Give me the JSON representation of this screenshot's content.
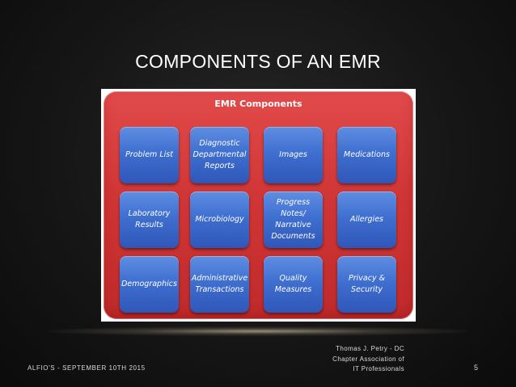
{
  "slide": {
    "title": "COMPONENTS OF AN EMR"
  },
  "diagram": {
    "panel_title": "EMR Components",
    "panel_color": "#d63a3a",
    "tile_color": "#3f6fd0",
    "rows": [
      [
        "Problem List",
        "Diagnostic\nDepartmental\nReports",
        "Images",
        "Medications"
      ],
      [
        "Laboratory\nResults",
        "Microbiology",
        "Progress\nNotes/\nNarrative\nDocuments",
        "Allergies"
      ],
      [
        "Demographics",
        "Administrative\nTransactions",
        "Quality\nMeasures",
        "Privacy &\nSecurity"
      ]
    ]
  },
  "footer": {
    "left": "ALFIO'S - SEPTEMBER 10TH 2015",
    "center": "Thomas J. Petry - DC\nChapter Association of\nIT Professionals",
    "page_number": "5"
  }
}
